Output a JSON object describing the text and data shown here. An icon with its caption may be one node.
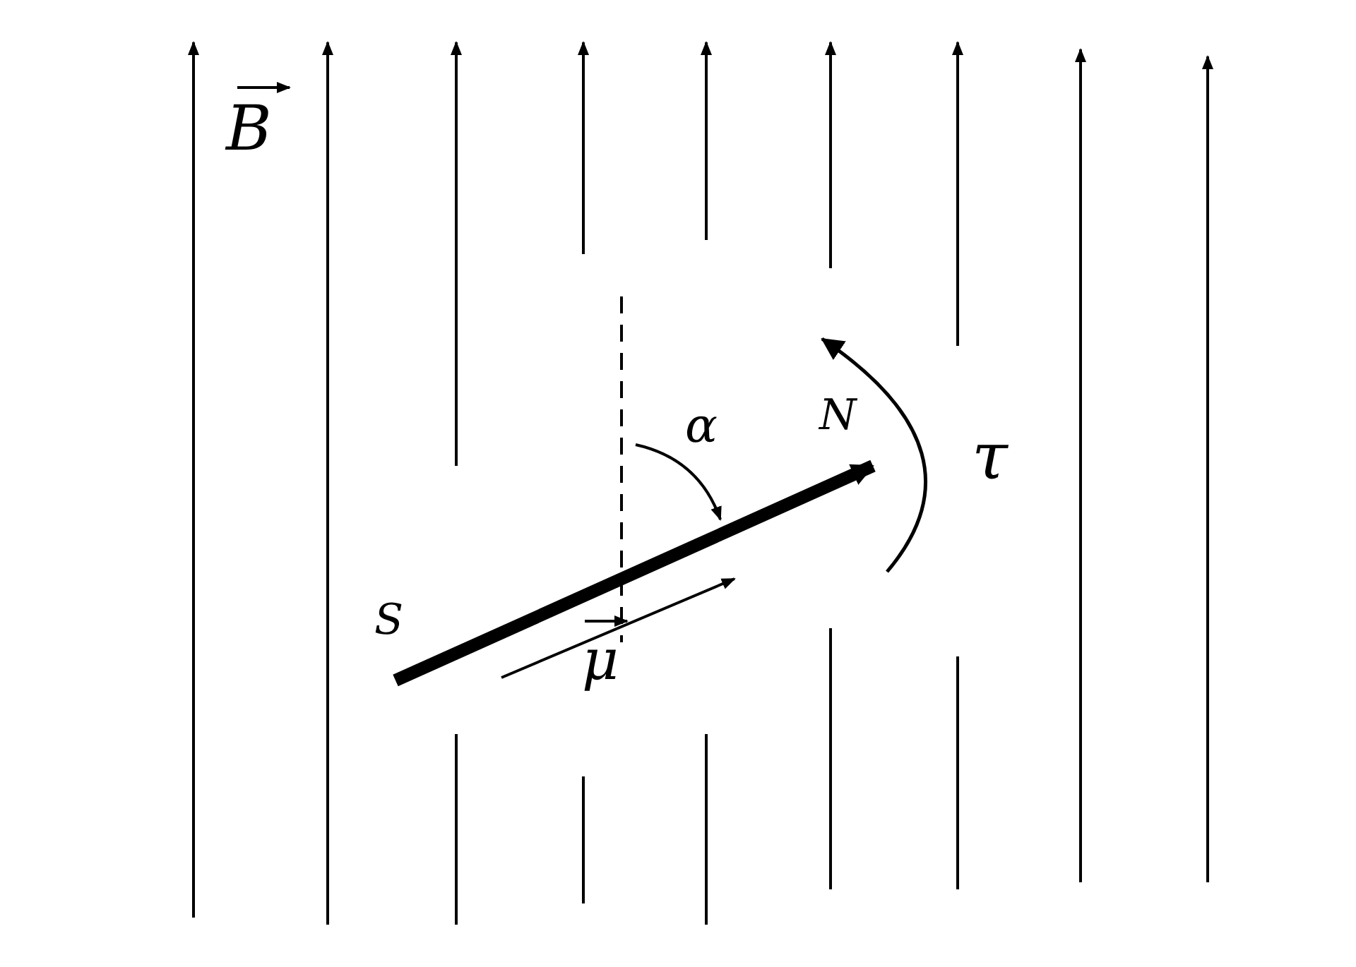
{
  "diagram": {
    "labels": [
      "B",
      "α",
      "N",
      "S",
      "τ",
      "μ"
    ]
  }
}
